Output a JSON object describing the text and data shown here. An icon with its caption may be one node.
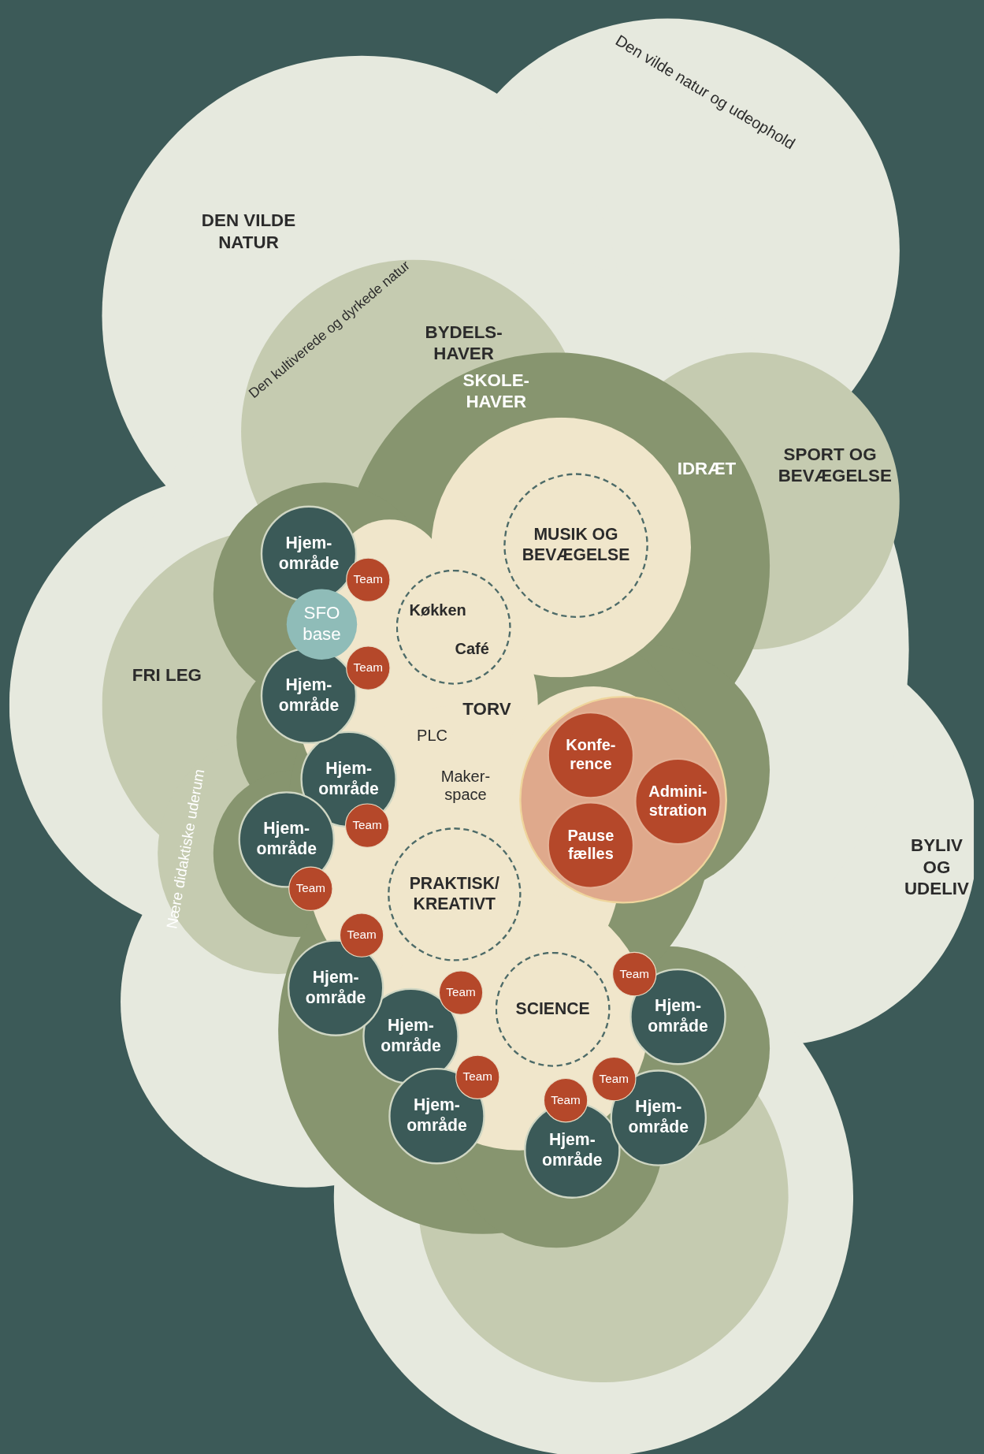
{
  "diagram": {
    "nodes": [
      {
        "text": [
          "Den vilde natur og udeophold",
          "DEN VILDE NATUR",
          "BYLIV OG UDELIV"
        ]
      },
      {
        "text": [
          "Den kultiverede og dyrkede natur",
          "BYDELS- HAVER",
          "SPORT OG BEVÆGELSE",
          "FRI LEG",
          "Nære didaktiske uderum"
        ],
        "in": 0
      },
      {
        "text": [
          "SKOLE- HAVER",
          "IDRÆT"
        ],
        "in": 1
      },
      {
        "text": [
          "TORV",
          "PLC",
          "Maker- space"
        ],
        "in": 2
      },
      {
        "text": [
          "MUSIK OG BEVÆGELSE"
        ],
        "in": 3
      },
      {
        "text": [
          "Køkken",
          "Café"
        ],
        "in": 3
      },
      {
        "text": [
          "PRAKTISK/ KREATIVT"
        ],
        "in": 3
      },
      {
        "text": [
          "SCIENCE"
        ],
        "in": 3
      },
      {
        "text": [],
        "shape": "circle",
        "in": 2
      },
      {
        "text": [
          "Konfe- rence"
        ],
        "in": 8
      },
      {
        "text": [
          "Admini- stration"
        ],
        "in": 8
      },
      {
        "text": [
          "Pause fælles"
        ],
        "in": 8
      },
      {
        "text": [
          "SFO base"
        ],
        "in": 2
      },
      {
        "text": [
          "Hjem- område"
        ],
        "in": 2
      },
      {
        "text": [
          "Hjem- område"
        ],
        "in": 2
      },
      {
        "text": [
          "Hjem- område"
        ],
        "in": 3
      },
      {
        "text": [
          "Hjem- område"
        ],
        "in": 2
      },
      {
        "text": [
          "Hjem- område"
        ],
        "in": 2
      },
      {
        "text": [
          "Hjem- område"
        ],
        "in": 3
      },
      {
        "text": [
          "Hjem- område"
        ],
        "in": 2
      },
      {
        "text": [
          "Hjem- område"
        ],
        "in": 2
      },
      {
        "text": [
          "Hjem- område"
        ],
        "in": 2
      },
      {
        "text": [
          "Hjem- område"
        ],
        "in": 2
      },
      {
        "text": [
          "Team"
        ],
        "in": 3
      },
      {
        "text": [
          "Team"
        ],
        "in": 3
      },
      {
        "text": [
          "Team"
        ],
        "in": 3
      },
      {
        "text": [
          "Team"
        ],
        "in": 2
      },
      {
        "text": [
          "Team"
        ],
        "in": 3
      },
      {
        "text": [
          "Team"
        ],
        "in": 3
      },
      {
        "text": [
          "Team"
        ],
        "in": 3
      },
      {
        "text": [
          "Team"
        ],
        "in": 3
      },
      {
        "text": [
          "Team"
        ],
        "in": 3
      },
      {
        "text": [
          "Team"
        ],
        "in": 3
      }
    ]
  }
}
